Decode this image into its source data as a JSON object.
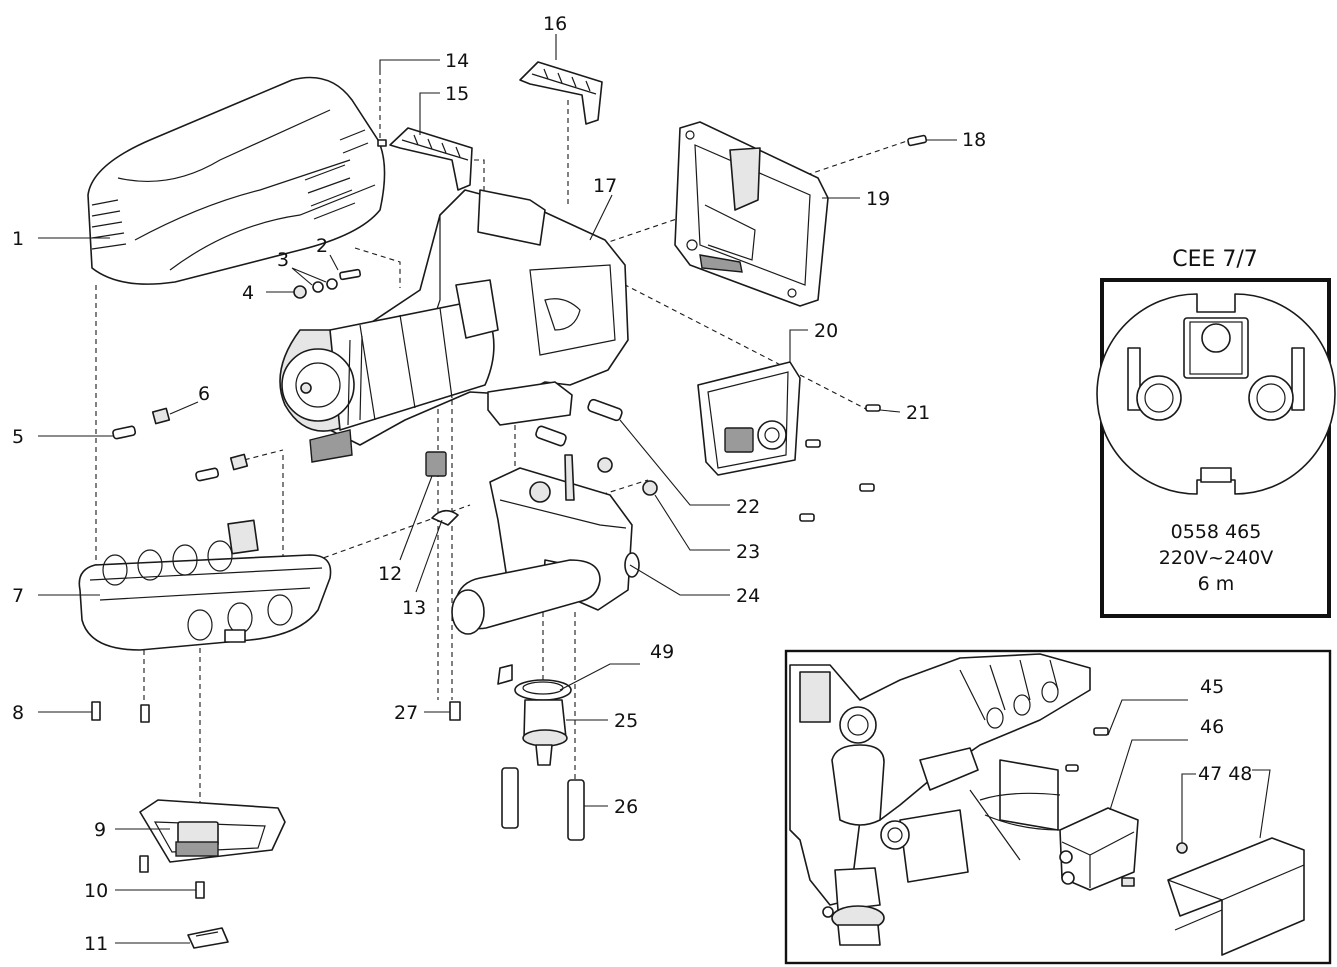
{
  "diagram": {
    "callouts": [
      "1",
      "2",
      "3",
      "4",
      "5",
      "6",
      "7",
      "8",
      "9",
      "10",
      "11",
      "12",
      "13",
      "14",
      "15",
      "16",
      "17",
      "18",
      "19",
      "20",
      "21",
      "22",
      "23",
      "24",
      "25",
      "26",
      "27",
      "45",
      "46",
      "47 48",
      "49"
    ]
  },
  "plug_box": {
    "title": "CEE 7/7",
    "code": "0558 465",
    "voltage": "220V~240V",
    "cable_length": "6 m"
  }
}
